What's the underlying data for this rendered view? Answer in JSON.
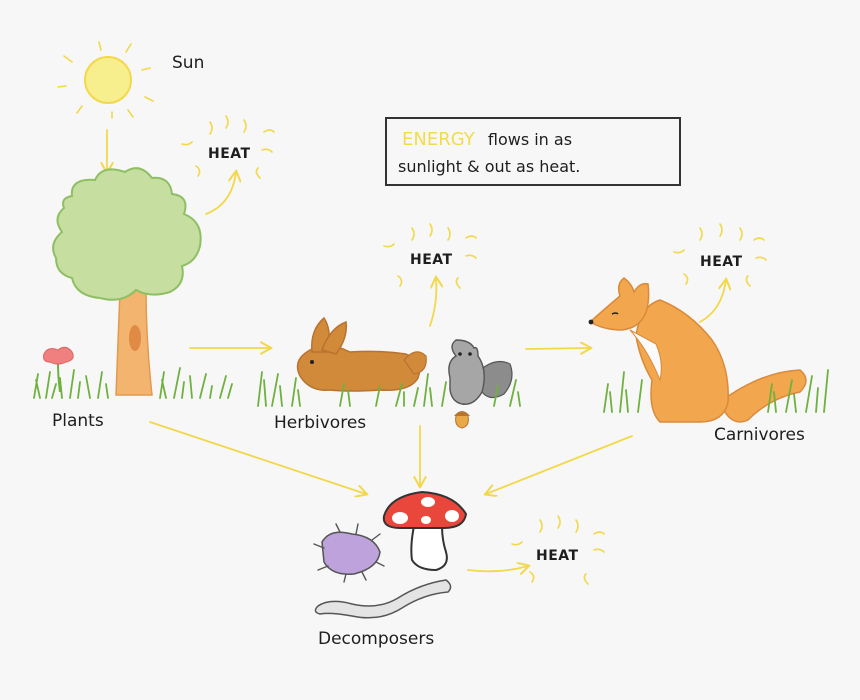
{
  "labels": {
    "sun": "Sun",
    "plants": "Plants",
    "herbivores": "Herbivores",
    "carnivores": "Carnivores",
    "decomposers": "Decomposers"
  },
  "heat": {
    "plants": "HEAT",
    "herbivores": "HEAT",
    "carnivores": "HEAT",
    "decomposers": "HEAT"
  },
  "note": {
    "highlight": "ENERGY",
    "line1_rest": "flows in as",
    "line2": "sunlight & out as heat."
  },
  "colors": {
    "arrow": "#f2d84a",
    "sun": "#f7ee8e",
    "leaves": "#c6dea0",
    "trunk": "#f2b46e",
    "grass": "#6fb13f",
    "rabbit": "#d1893a",
    "fox": "#f2a64e",
    "mushroom_cap": "#e9473c",
    "bug": "#bda2db"
  }
}
